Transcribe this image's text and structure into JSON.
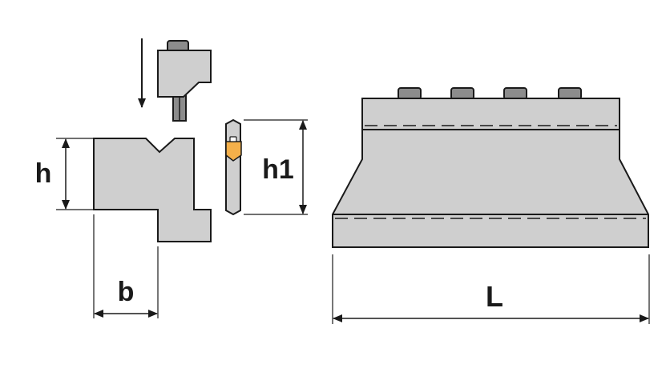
{
  "labels": {
    "height": "h",
    "width": "b",
    "insert_height": "h1",
    "length": "L"
  },
  "colors": {
    "body_fill": "#cfcfcf",
    "bolt_fill": "#8c8c8c",
    "insert_fill": "#f5b04a",
    "outline": "#1a1a1a",
    "dim_line": "#1a1a1a"
  }
}
